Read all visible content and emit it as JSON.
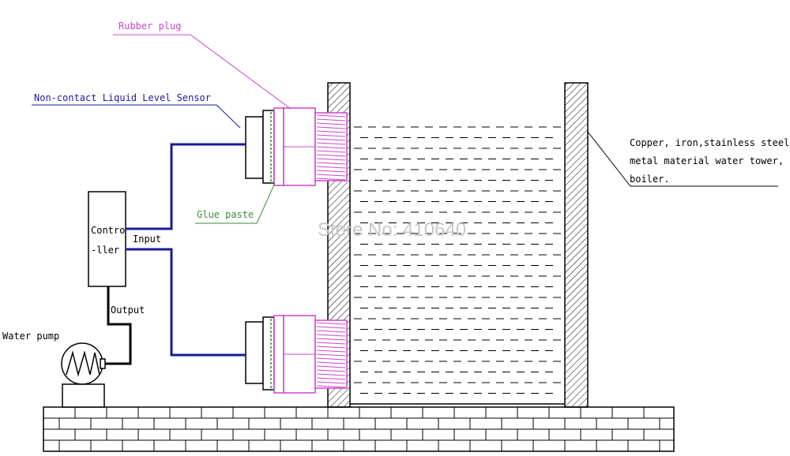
{
  "labels": {
    "rubber_plug": "Rubber plug",
    "sensor": "Non-contact Liquid Level Sensor",
    "glue_paste": "Glue paste",
    "material_line1": "Copper, iron,stainless steel",
    "material_line2": "metal material water tower,",
    "material_line3": "boiler.",
    "controller_line1": "Contro",
    "controller_line2": "-ller",
    "input": "Input",
    "output": "Output",
    "water_pump": "Water pump",
    "watermark": "Store No: 410640"
  },
  "colors": {
    "rubber_plug": "#cc44cc",
    "sensor_label": "#1a1a99",
    "wire": "#1a1a99",
    "glue": "#3a8a3a",
    "line": "#000000",
    "watermark": "#c8c8c8"
  }
}
